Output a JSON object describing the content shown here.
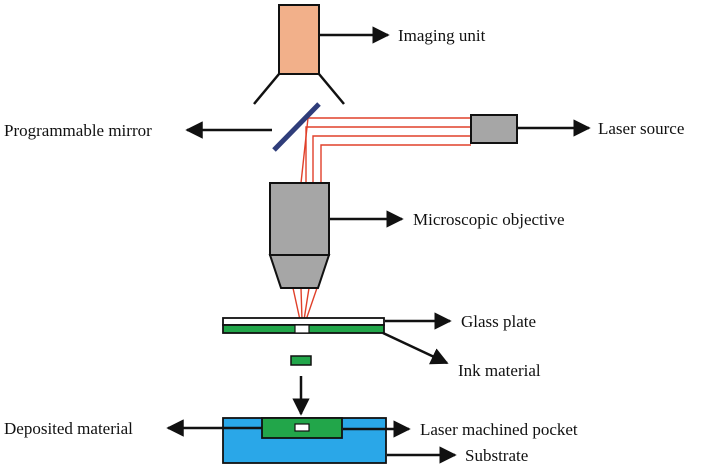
{
  "labels": {
    "imaging_unit": "Imaging unit",
    "programmable_mirror": "Programmable mirror",
    "laser_source": "Laser source",
    "microscopic_objective": "Microscopic objective",
    "glass_plate": "Glass plate",
    "ink_material": "Ink material",
    "deposited_material": "Deposited material",
    "laser_machined_pocket": "Laser machined pocket",
    "substrate": "Substrate"
  },
  "colors": {
    "imaging_unit": "#f2b08a",
    "mirror": "#2f3d7a",
    "laser_beam": "#e0402a",
    "gray_component": "#a6a6a6",
    "ink_green": "#22a64a",
    "substrate_blue": "#2aa7e8",
    "line": "#111111"
  }
}
